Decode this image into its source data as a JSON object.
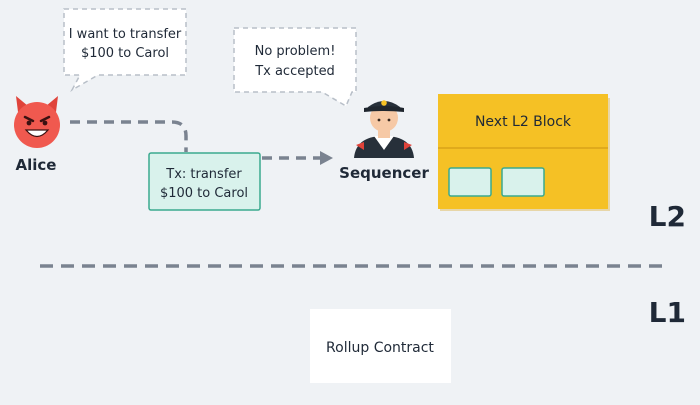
{
  "alice": {
    "name": "Alice",
    "speech_line1": "I want to transfer",
    "speech_line2": "$100 to Carol"
  },
  "transaction": {
    "line1": "Tx: transfer",
    "line2": "$100 to Carol"
  },
  "sequencer": {
    "name": "Sequencer",
    "speech_line1": "No problem!",
    "speech_line2": "Tx accepted"
  },
  "block": {
    "title": "Next L2 Block"
  },
  "layers": {
    "l2": "L2",
    "l1": "L1"
  },
  "contract": {
    "label": "Rollup Contract"
  },
  "colors": {
    "background": "#eff2f5",
    "block_fill": "#f5c125",
    "tx_fill": "#d9f2ec",
    "tx_border": "#3aa98e",
    "connector": "#7a8390",
    "alice_face": "#f0594f"
  }
}
